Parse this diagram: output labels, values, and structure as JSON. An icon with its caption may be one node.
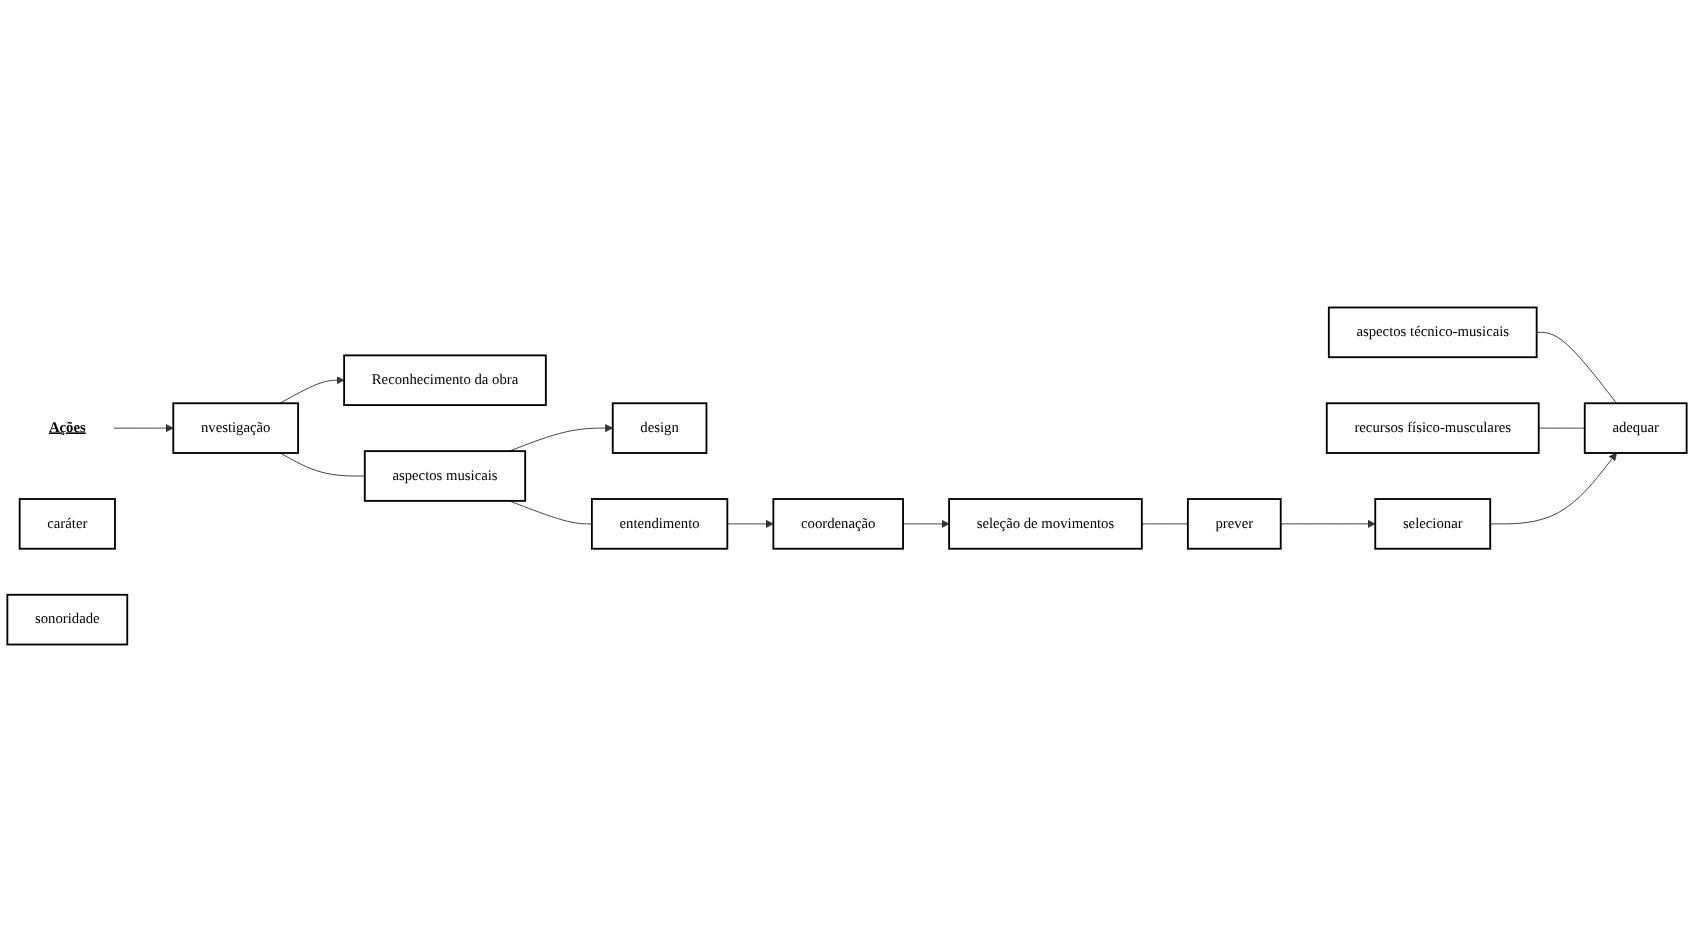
{
  "diagram": {
    "nodes": [
      {
        "text": [
          "Ações"
        ]
      },
      {
        "text": [
          "nvestigação"
        ]
      },
      {
        "text": [
          "Reconhecimento da obra"
        ]
      },
      {
        "text": [
          "caráter"
        ]
      },
      {
        "text": [
          "aspectos musicais"
        ]
      },
      {
        "text": [
          "design"
        ]
      },
      {
        "text": [
          "sonoridade"
        ]
      },
      {
        "text": [
          "entendimento"
        ]
      },
      {
        "text": [
          "coordenação"
        ]
      },
      {
        "text": [
          "seleção de movimentos"
        ]
      },
      {
        "text": [
          "aspectos técnico-musicais"
        ]
      },
      {
        "text": [
          "adequar"
        ]
      },
      {
        "text": [
          "selecionar"
        ]
      },
      {
        "text": [
          "prever"
        ]
      },
      {
        "text": [
          "recursos físico-musculares"
        ]
      }
    ],
    "edges": [
      {
        "from": 0,
        "to": 1,
        "arrow": "to"
      },
      {
        "from": 1,
        "to": 2,
        "arrow": "to"
      },
      {
        "from": 1,
        "to": 4,
        "arrow": "none"
      },
      {
        "from": 4,
        "to": 5,
        "arrow": "to"
      },
      {
        "from": 4,
        "to": 7,
        "arrow": "none"
      },
      {
        "from": 7,
        "to": 8,
        "arrow": "to"
      },
      {
        "from": 8,
        "to": 9,
        "arrow": "to"
      },
      {
        "from": 9,
        "to": 13,
        "arrow": "none"
      },
      {
        "from": 10,
        "to": 11,
        "arrow": "none"
      },
      {
        "from": 14,
        "to": 11,
        "arrow": "none"
      },
      {
        "from": 13,
        "to": 12,
        "arrow": "to"
      },
      {
        "from": 12,
        "to": 11,
        "arrow": "to"
      }
    ]
  }
}
